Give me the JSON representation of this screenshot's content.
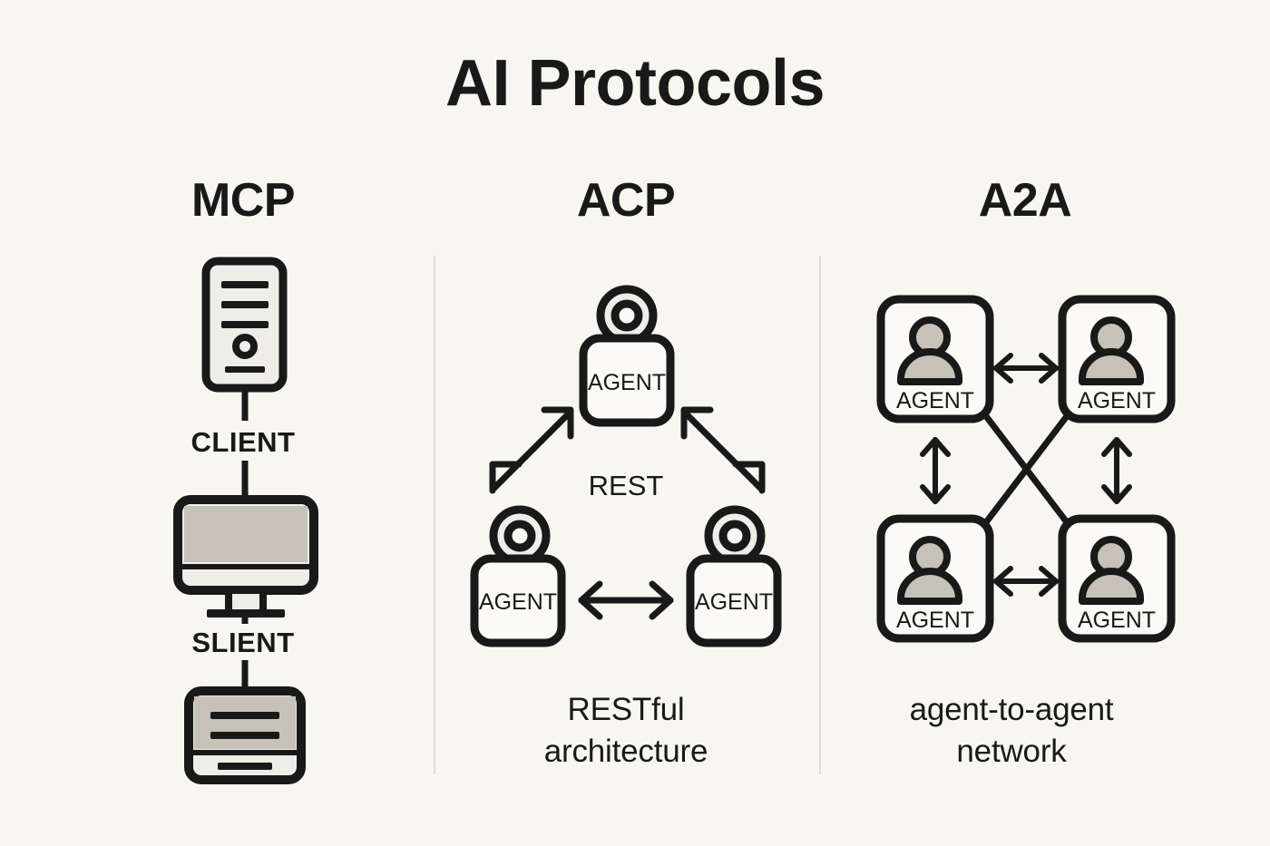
{
  "page": {
    "title": "AI Protocols",
    "background_color": "#F8F6F1",
    "ink_color": "#191919",
    "fill_gray": "#C6C2B8",
    "fill_light": "#EFEDE8",
    "divider_color": "#DEDCD6"
  },
  "columns": [
    {
      "id": "mcp",
      "title": "MCP",
      "nodes": [
        {
          "name": "server-tower",
          "label": ""
        },
        {
          "name": "monitor",
          "label": ""
        },
        {
          "name": "device",
          "label": ""
        }
      ],
      "link_labels": [
        "CLIENT",
        "SLIENT"
      ],
      "caption": ""
    },
    {
      "id": "acp",
      "title": "ACP",
      "nodes": [
        {
          "name": "agent-top",
          "label": "AGENT"
        },
        {
          "name": "agent-bottom-left",
          "label": "AGENT"
        },
        {
          "name": "agent-bottom-right",
          "label": "AGENT"
        }
      ],
      "link_labels": [
        "REST"
      ],
      "caption_line1": "RESTful",
      "caption_line2": "architecture"
    },
    {
      "id": "a2a",
      "title": "A2A",
      "nodes": [
        {
          "name": "agent-top-left",
          "label": "AGENT"
        },
        {
          "name": "agent-top-right",
          "label": "AGENT"
        },
        {
          "name": "agent-bottom-left",
          "label": "AGENT"
        },
        {
          "name": "agent-bottom-right",
          "label": "AGENT"
        }
      ],
      "link_labels": [],
      "caption_line1": "agent-to-agent",
      "caption_line2": "network"
    }
  ],
  "mcp": {
    "title": "MCP",
    "client_label": "CLIENT",
    "slient_label": "SLIENT"
  },
  "acp": {
    "title": "ACP",
    "rest_label": "REST",
    "agent_top": "AGENT",
    "agent_left": "AGENT",
    "agent_right": "AGENT",
    "caption_line1": "RESTful",
    "caption_line2": "architecture"
  },
  "a2a": {
    "title": "A2A",
    "agent_tl": "AGENT",
    "agent_tr": "AGENT",
    "agent_bl": "AGENT",
    "agent_br": "AGENT",
    "caption_line1": "agent-to-agent",
    "caption_line2": "network"
  }
}
